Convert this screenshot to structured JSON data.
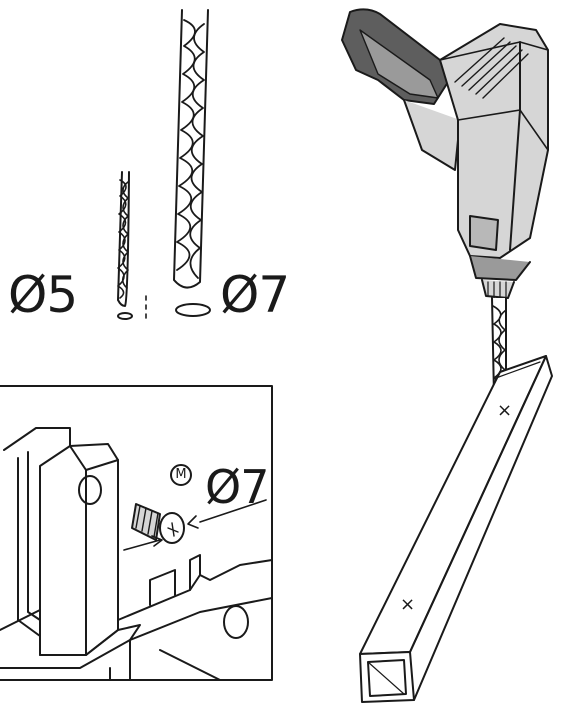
{
  "labels": {
    "drill_bit_small": "Ø5",
    "drill_bit_large": "Ø7",
    "inset_hole": "Ø7",
    "screw_marker": "M"
  },
  "colors": {
    "line": "#1a1a1a",
    "drill_body": "#d6d6d6",
    "drill_grip": "#5e5e5e",
    "drill_shadow": "#9a9a9a",
    "bit": "#ffffff"
  },
  "icons": {
    "drill": "power-drill-icon",
    "bit": "drill-bit-icon",
    "screw": "countersunk-screw-icon",
    "tube": "square-tube-icon"
  },
  "marks": {
    "cross": "×"
  }
}
